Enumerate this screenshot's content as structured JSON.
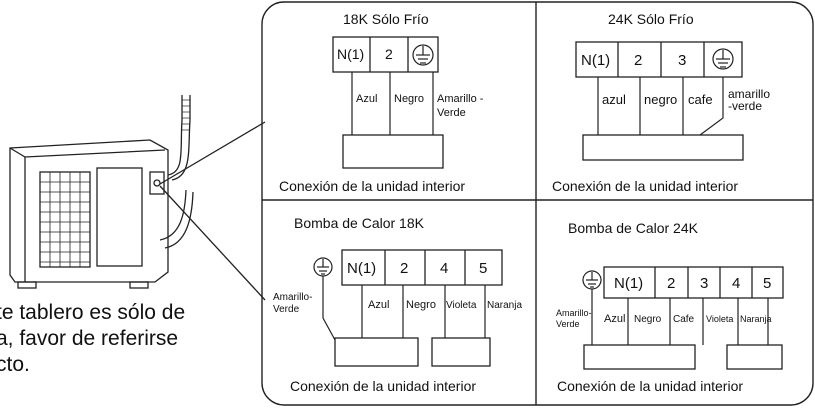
{
  "panels": {
    "top_left": {
      "title": "18K  Sólo Frío",
      "terminals": [
        "N(1)",
        "2"
      ],
      "wires": [
        "Azul",
        "Negro"
      ],
      "ground_wire": [
        "Amarillo -",
        "Verde"
      ],
      "caption": "Conexión de la unidad interior"
    },
    "top_right": {
      "title": "24K  Sólo Frío",
      "terminals": [
        "N(1)",
        "2",
        "3"
      ],
      "wires": [
        "azul",
        "negro",
        "cafe"
      ],
      "ground_wire": [
        "amarillo",
        "-verde"
      ],
      "caption": "Conexión de la unidad interior"
    },
    "bottom_left": {
      "title": "Bomba de Calor 18K",
      "terminals": [
        "N(1)",
        "2",
        "4",
        "5"
      ],
      "wires": [
        "Azul",
        "Negro",
        "Violeta",
        "Naranja"
      ],
      "ground_wire": [
        "Amarillo-",
        "Verde"
      ],
      "caption": "Conexión de la unidad interior"
    },
    "bottom_right": {
      "title": "Bomba de Calor 24K",
      "terminals": [
        "N(1)",
        "2",
        "3",
        "4",
        "5"
      ],
      "wires": [
        "Azul",
        "Negro",
        "Cafe",
        "Violeta",
        "Naranja"
      ],
      "ground_wire": [
        "Amarillo-",
        "Verde"
      ],
      "caption": "Conexión de la unidad interior"
    }
  },
  "note_lines": [
    "te tablero es sólo de",
    "a, favor de referirse",
    "cto."
  ],
  "icons": {
    "ground": "ground-icon",
    "outdoor_unit": "outdoor-unit-icon"
  }
}
